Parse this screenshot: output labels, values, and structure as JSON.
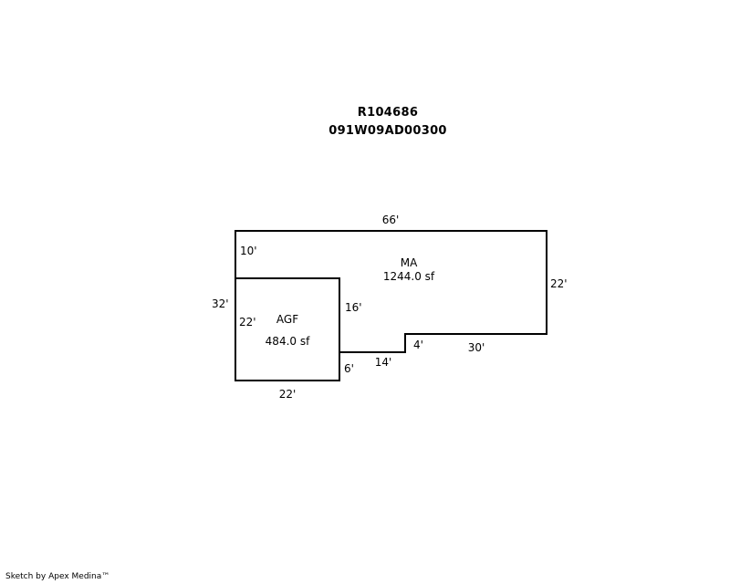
{
  "header": {
    "record_id": "R104686",
    "parcel_number": "091W09AD00300"
  },
  "areas": {
    "ma": {
      "label": "MA",
      "area": "1244.0 sf"
    },
    "agf": {
      "label": "AGF",
      "area": "484.0 sf"
    }
  },
  "dimensions": {
    "ma_top": "66'",
    "ma_left_upper": "10'",
    "ma_right": "22'",
    "ma_bottom_right": "30'",
    "ma_step": "4'",
    "ma_bottom_mid": "14'",
    "ma_inner_right": "16'",
    "overall_left": "32'",
    "agf_left": "22'",
    "agf_right_lower": "6'",
    "agf_bottom": "22'"
  },
  "footer": {
    "credit": "Sketch by Apex Medina™"
  }
}
